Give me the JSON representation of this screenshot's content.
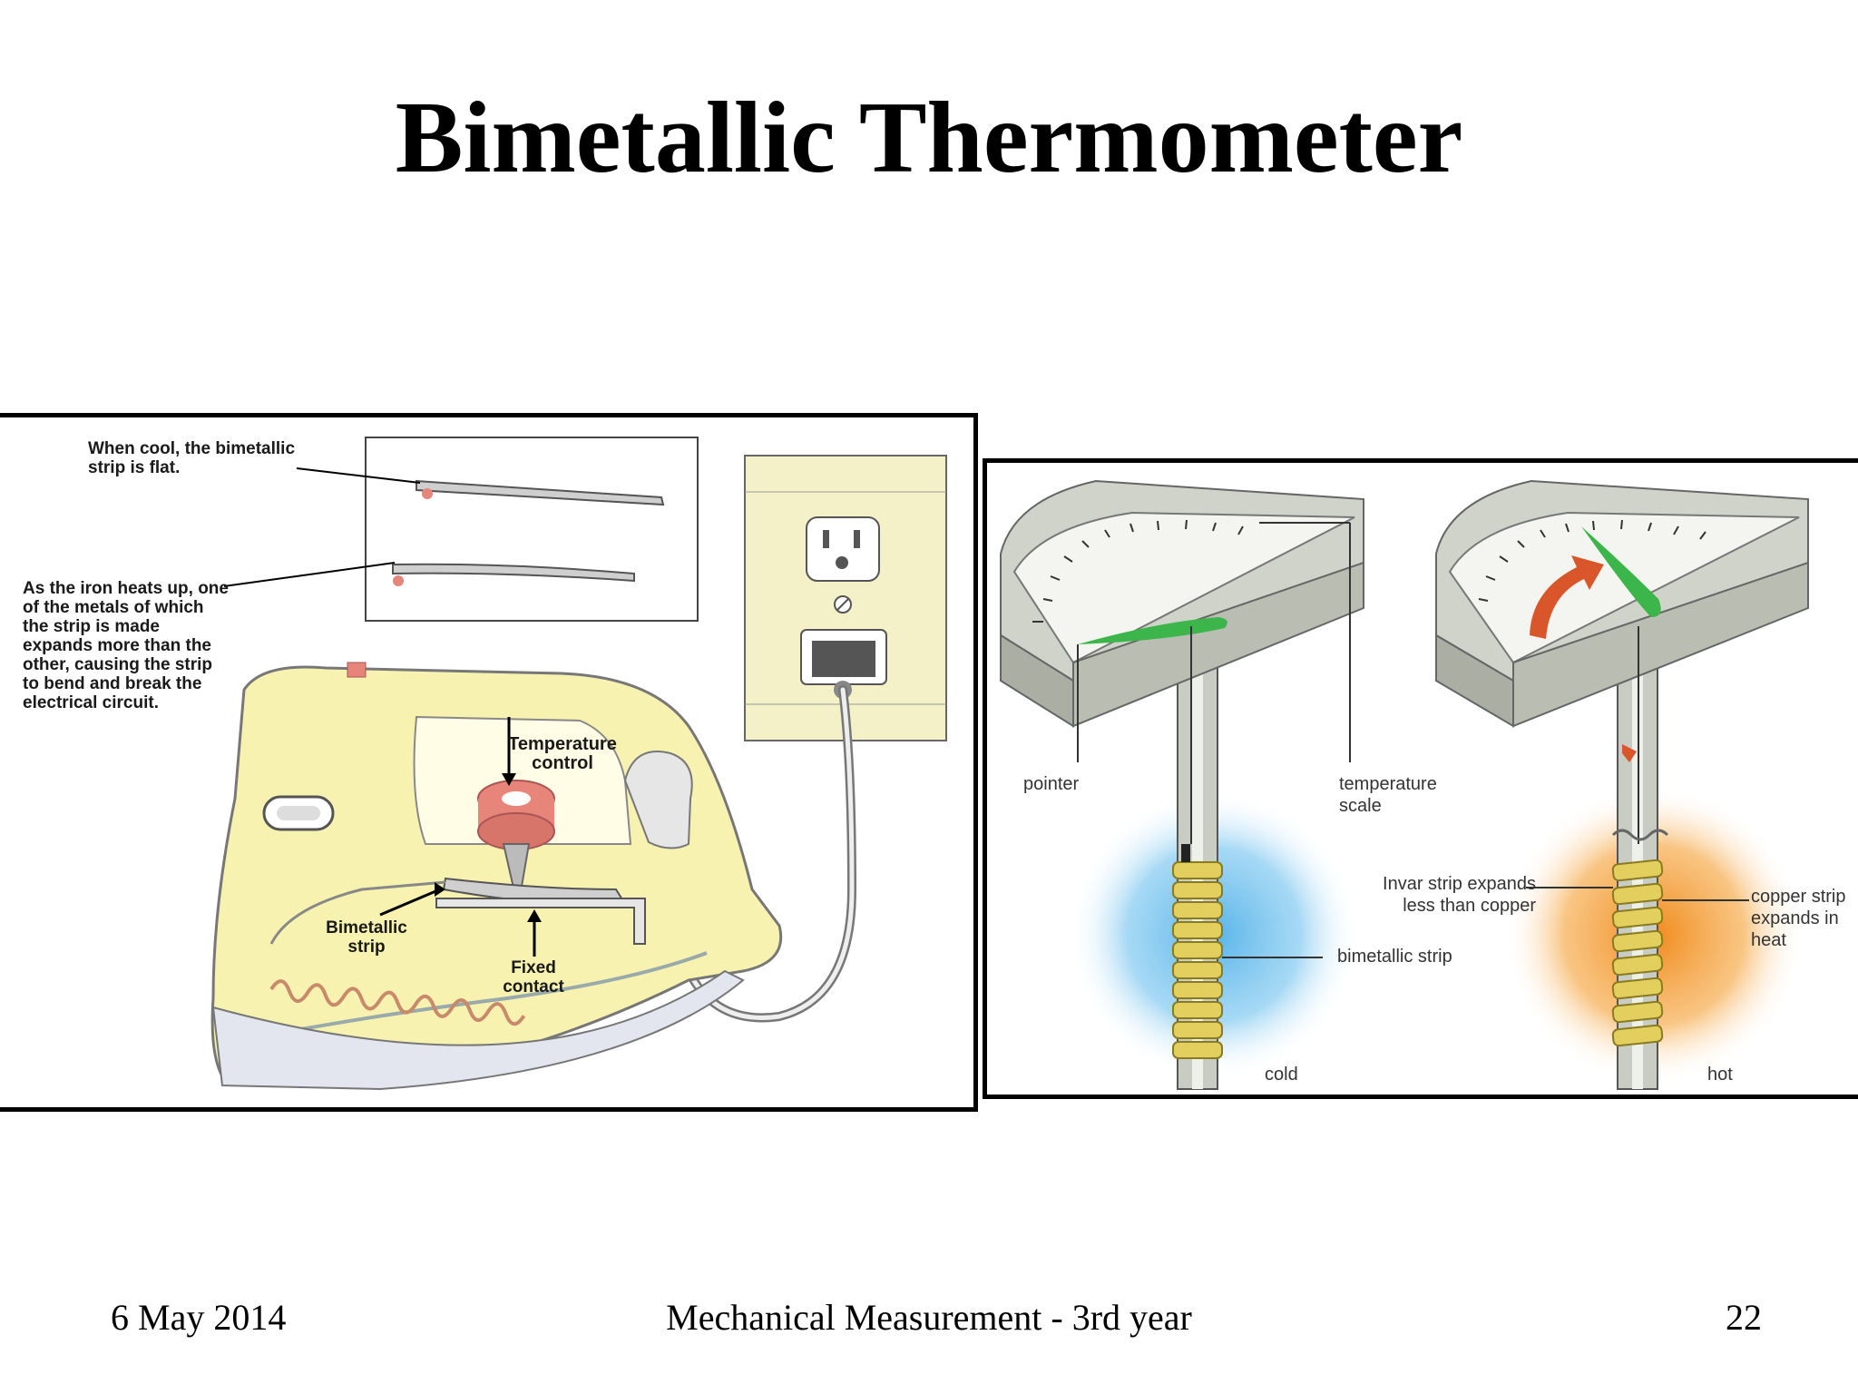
{
  "title": "Bimetallic Thermometer",
  "footer": {
    "date": "6 May 2014",
    "course": "Mechanical Measurement - 3rd year",
    "page": "22"
  },
  "iron_diagram": {
    "note_cool": "When cool, the bimetallic strip is flat.",
    "note_heat": "As the iron heats up, one of the metals of which the strip is made expands more than the other, causing the strip to bend and break the electrical circuit.",
    "temperature_control": "Temperature control",
    "bimetallic_strip": "Bimetallic strip",
    "fixed_contact": "Fixed contact"
  },
  "thermometer_diagram": {
    "pointer": "pointer",
    "temperature_scale": "temperature scale",
    "invar_strip": "Invar strip expands less than copper",
    "copper_strip": "copper strip expands in heat",
    "bimetallic_strip": "bimetallic strip",
    "cold": "cold",
    "hot": "hot"
  },
  "colors": {
    "iron_body": "#f7f2b0",
    "control_knob": "#e8857a",
    "pointer": "#3cb64a",
    "cold_glow": "#4fb0e8",
    "hot_glow": "#f08a1c",
    "coil": "#d9c24a"
  }
}
